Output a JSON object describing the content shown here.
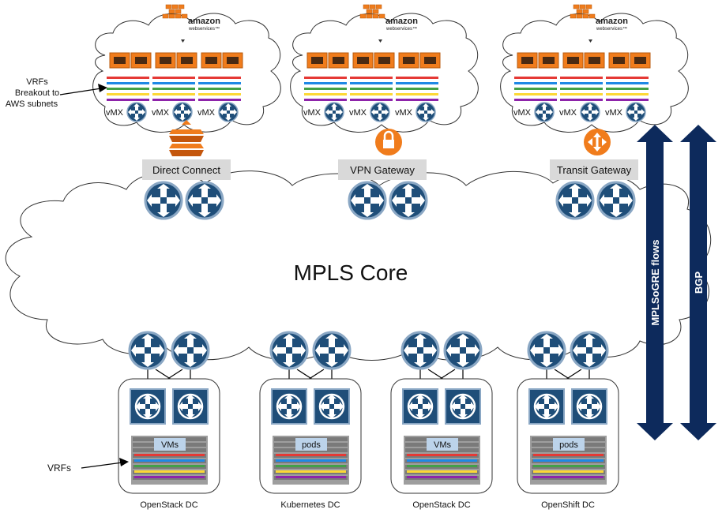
{
  "core": {
    "label": "MPLS Core"
  },
  "clouds": [
    {
      "logo_main": "amazon",
      "logo_sub": "webservices™",
      "gateway": "Direct Connect"
    },
    {
      "logo_main": "amazon",
      "logo_sub": "webservices™",
      "gateway": "VPN Gateway"
    },
    {
      "logo_main": "amazon",
      "logo_sub": "webservices™",
      "gateway": "Transit Gateway"
    }
  ],
  "vmx_label": "vMX",
  "annotations": {
    "vrfs_breakout": [
      "VRFs",
      "Breakout to",
      "AWS subnets"
    ],
    "vrfs": "VRFs"
  },
  "flows": {
    "mplsogre": "MPLSoGRE flows",
    "bgp": "BGP"
  },
  "datacenters": [
    {
      "name": "OpenStack DC",
      "workload": "VMs"
    },
    {
      "name": "Kubernetes DC",
      "workload": "pods"
    },
    {
      "name": "OpenStack DC",
      "workload": "VMs"
    },
    {
      "name": "OpenShift DC",
      "workload": "pods"
    }
  ],
  "colors": {
    "router_fill": "#1f4e79",
    "arrow_fill": "#0d2a5c",
    "vrf_lines": [
      "#e53935",
      "#1e88e5",
      "#43a047",
      "#fdd835",
      "#8e24aa"
    ],
    "instance_fill": "#f07c1c",
    "gateway_label_bg": "#d9d9d9"
  }
}
